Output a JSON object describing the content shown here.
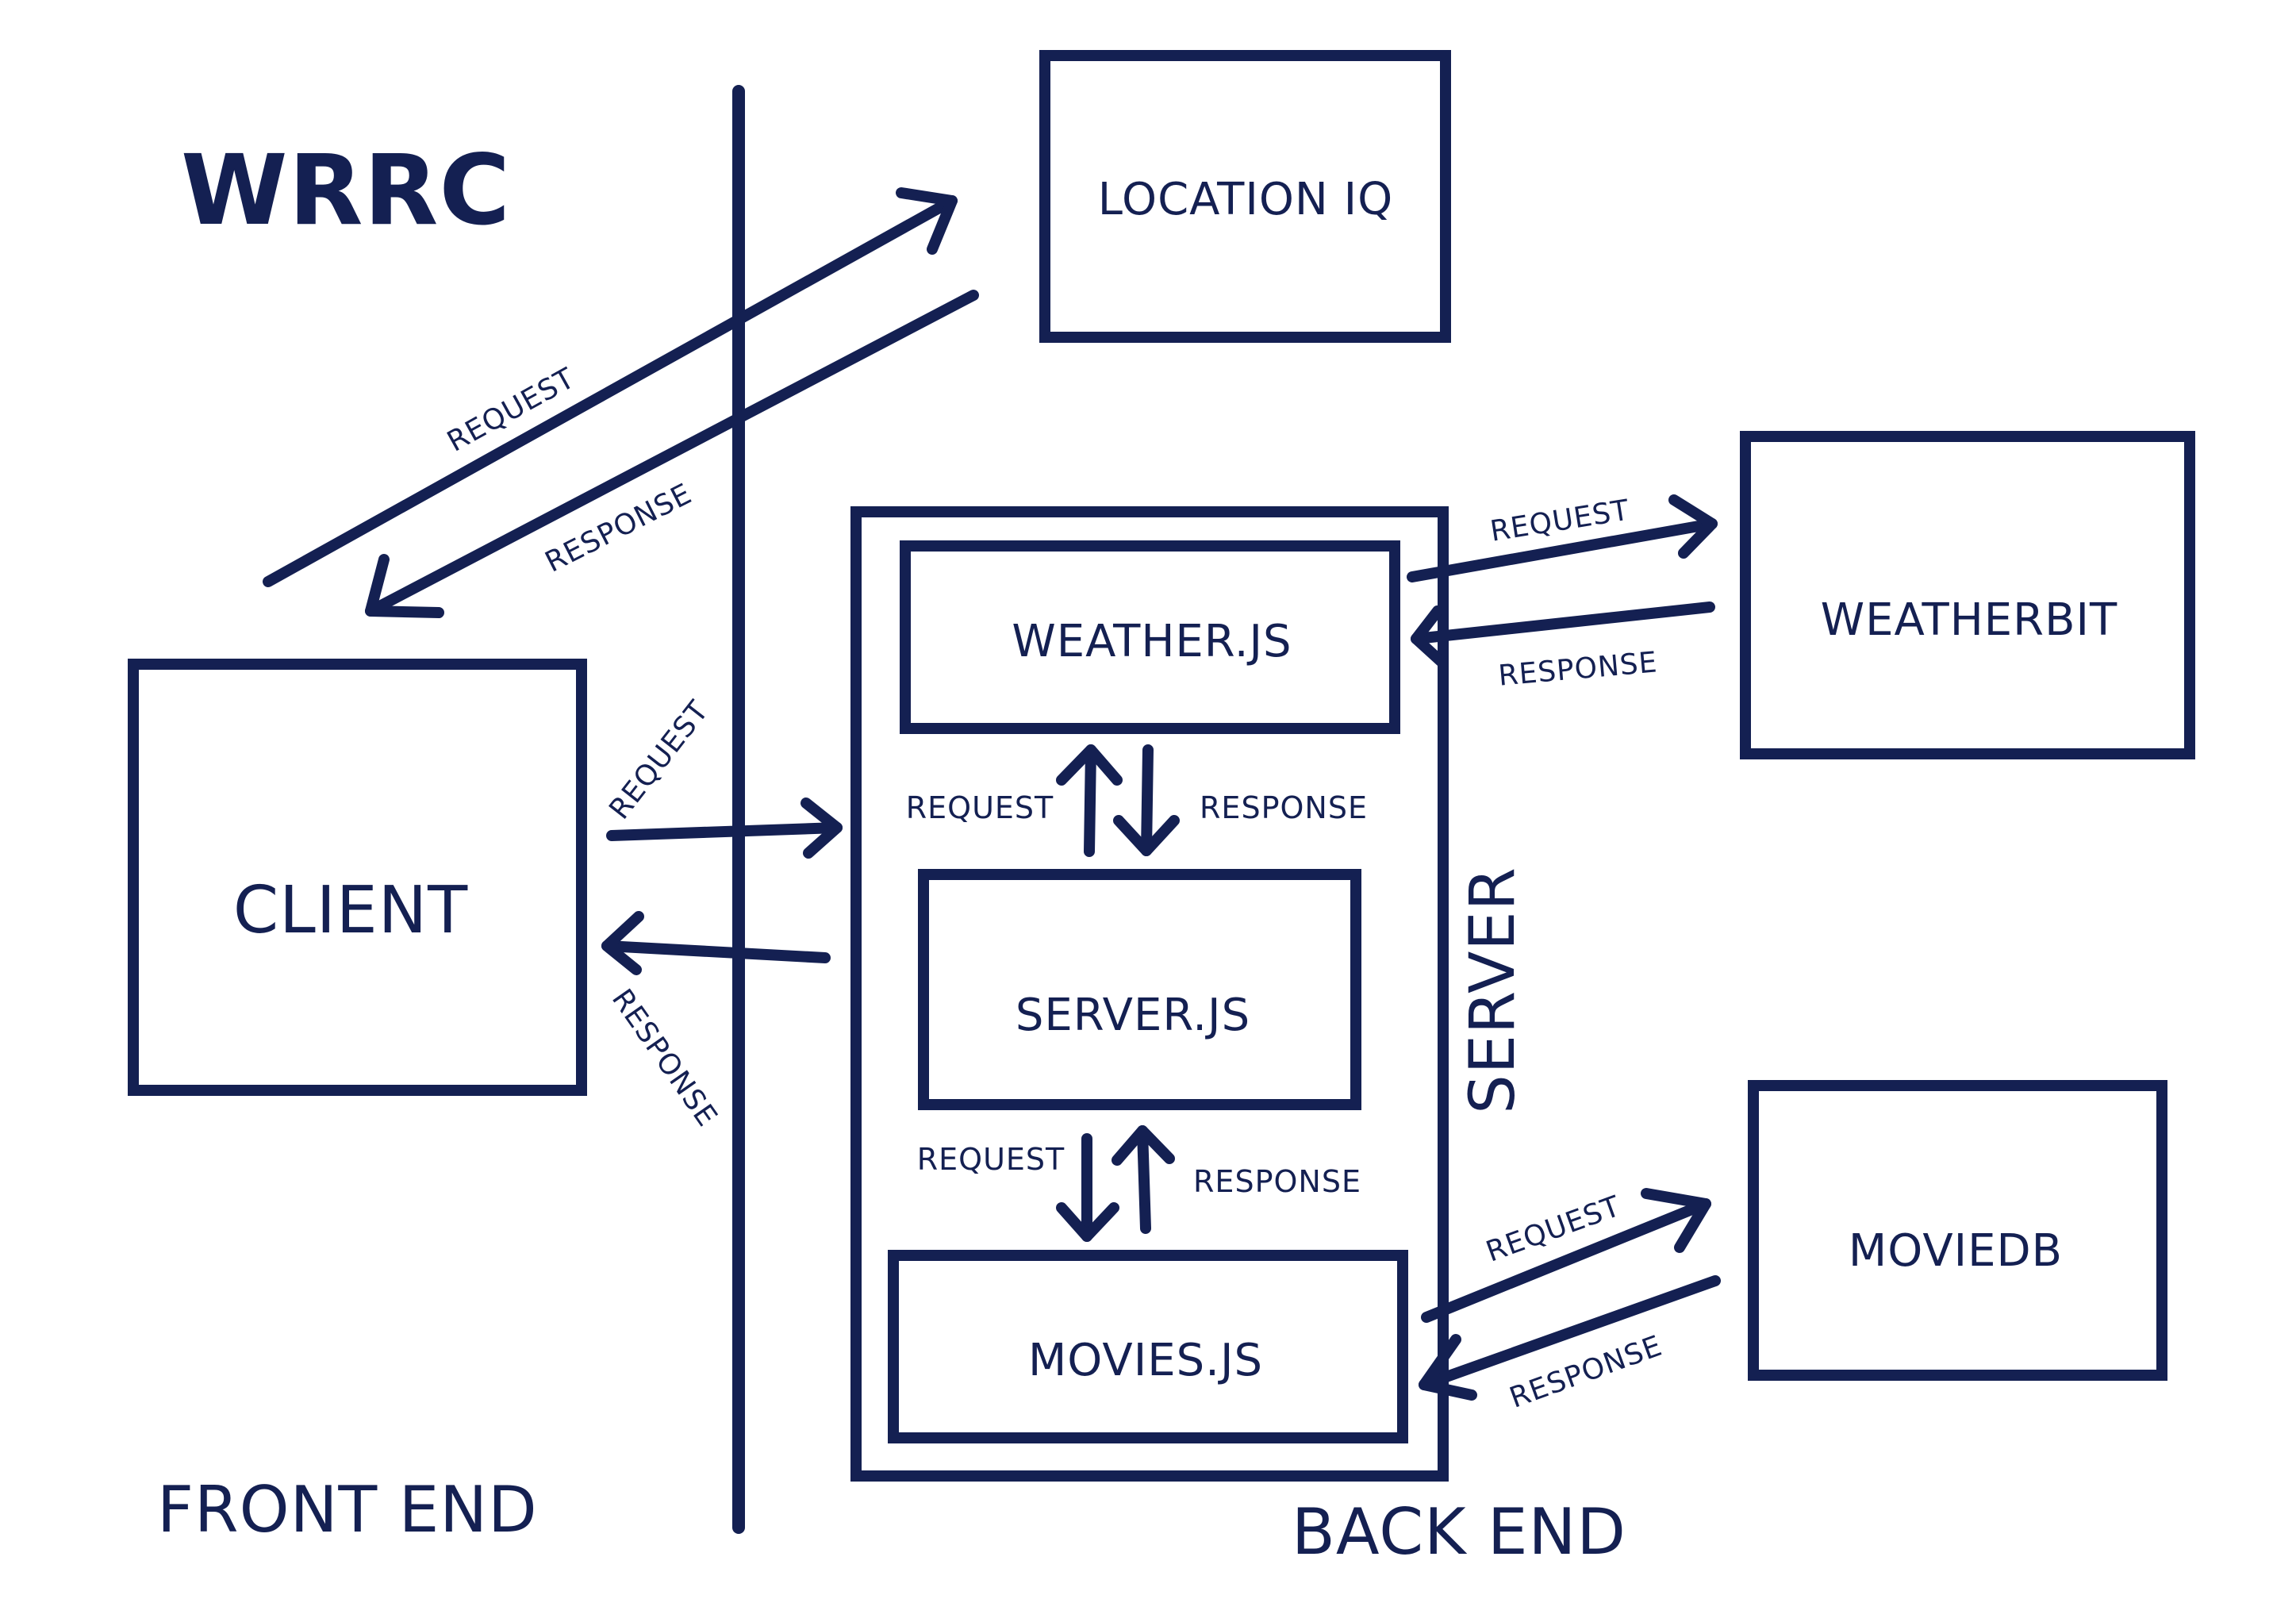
{
  "colors": {
    "ink": "#142052",
    "background": "#ffffff"
  },
  "title": "WRRC",
  "zones": {
    "front_end": "FRONT END",
    "back_end": "BACK END"
  },
  "nodes": {
    "client": "CLIENT",
    "location_iq": "LOCATION IQ",
    "server": "SERVER",
    "weather_js": "WEATHER.JS",
    "server_js": "SERVER.JS",
    "movies_js": "MOVIES.JS",
    "weatherbit": "WEATHERBIT",
    "moviedb": "MOVIEDB"
  },
  "edges": {
    "client_to_locationiq_request": "REQUEST",
    "locationiq_to_client_response": "RESPONSE",
    "client_to_server_request": "REQUEST",
    "server_to_client_response": "RESPONSE",
    "weather_to_weatherbit_request": "REQUEST",
    "weatherbit_to_weather_response": "RESPONSE",
    "serverjs_to_weather_request": "REQUEST",
    "weather_to_serverjs_response": "RESPONSE",
    "serverjs_to_movies_request": "REQUEST",
    "movies_to_serverjs_response": "RESPONSE",
    "movies_to_moviedb_request": "REQUEST",
    "moviedb_to_movies_response": "RESPONSE"
  }
}
